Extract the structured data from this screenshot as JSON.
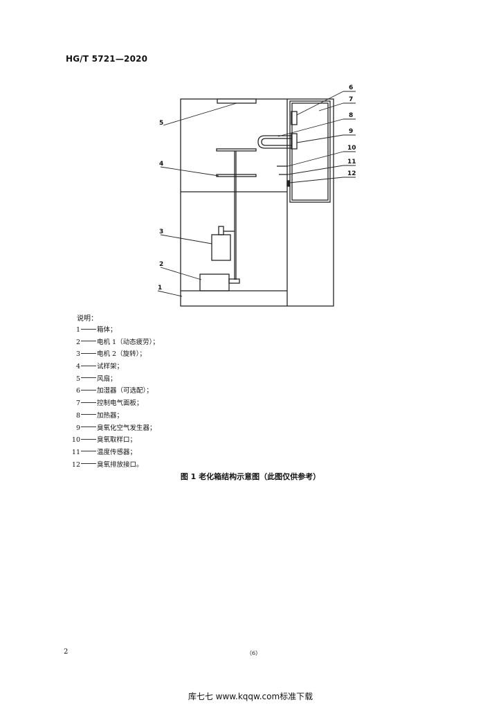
{
  "header": {
    "doc_code": "HG/T 5721—2020"
  },
  "diagram": {
    "callouts": [
      "1",
      "2",
      "3",
      "4",
      "5",
      "6",
      "7",
      "8",
      "9",
      "10",
      "11",
      "12"
    ]
  },
  "legend": {
    "title": "说明：",
    "items": [
      {
        "num": "1",
        "text": "箱体；"
      },
      {
        "num": "2",
        "text": "电机 1（动态疲劳）；"
      },
      {
        "num": "3",
        "text": "电机 2（旋转）；"
      },
      {
        "num": "4",
        "text": "试样架；"
      },
      {
        "num": "5",
        "text": "风扇；"
      },
      {
        "num": "6",
        "text": "加湿器（可选配）；"
      },
      {
        "num": "7",
        "text": "控制电气面板；"
      },
      {
        "num": "8",
        "text": "加热器；"
      },
      {
        "num": "9",
        "text": "臭氧化空气发生器；"
      },
      {
        "num": "10",
        "text": "臭氧取样口；"
      },
      {
        "num": "11",
        "text": "温度传感器；"
      },
      {
        "num": "12",
        "text": "臭氧排放接口。"
      }
    ]
  },
  "caption": "图 1   老化箱结构示意图（此图仅供参考）",
  "page_number": "2",
  "page_number_alt": "（6）",
  "footer": "库七七 www.kqqw.com标准下载"
}
